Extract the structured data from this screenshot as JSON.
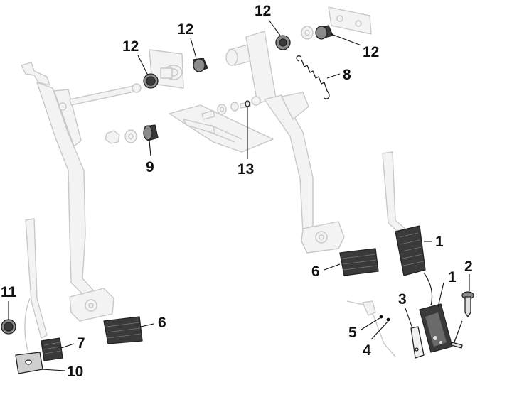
{
  "callouts": [
    {
      "id": "c1a",
      "label": "1"
    },
    {
      "id": "c1b",
      "label": "1"
    },
    {
      "id": "c2",
      "label": "2"
    },
    {
      "id": "c3",
      "label": "3"
    },
    {
      "id": "c4",
      "label": "4"
    },
    {
      "id": "c5",
      "label": "5"
    },
    {
      "id": "c6a",
      "label": "6"
    },
    {
      "id": "c6b",
      "label": "6"
    },
    {
      "id": "c7",
      "label": "7"
    },
    {
      "id": "c8",
      "label": "8"
    },
    {
      "id": "c9",
      "label": "9"
    },
    {
      "id": "c10",
      "label": "10"
    },
    {
      "id": "c11",
      "label": "11"
    },
    {
      "id": "c12a",
      "label": "12"
    },
    {
      "id": "c12b",
      "label": "12"
    },
    {
      "id": "c12c",
      "label": "12"
    },
    {
      "id": "c12d",
      "label": "12"
    },
    {
      "id": "c13",
      "label": "13"
    }
  ]
}
